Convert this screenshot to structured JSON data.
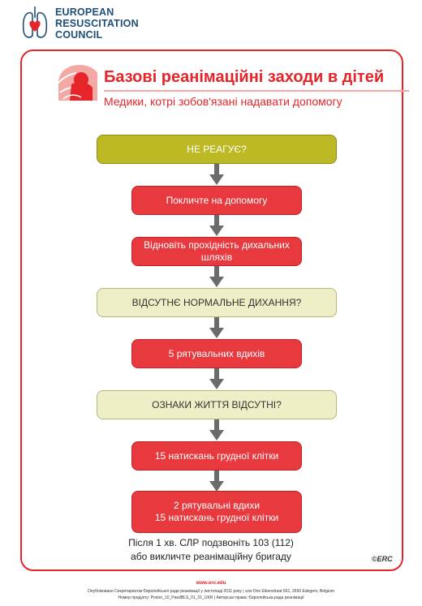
{
  "logo": {
    "line1": "EUROPEAN",
    "line2": "RESUSCITATION",
    "line3": "COUNCIL",
    "icon": "heart-lungs-icon"
  },
  "header": {
    "icon": "child-resuscitation-icon",
    "title": "Базові реанімаційні заходи в дітей",
    "subtitle": "Медики, котрі зобов'язані надавати допомогу"
  },
  "steps": {
    "s1": "НЕ РЕАГУЄ?",
    "s2": "Покличте на допомогу",
    "s3": "Відновіть прохідність дихальних шляхів",
    "s4": "ВІДСУТНЄ НОРМАЛЬНЕ ДИХАННЯ?",
    "s5": "5 рятувальних вдихів",
    "s6": "ОЗНАКИ ЖИТТЯ ВІДСУТНІ?",
    "s7": "15 натискань грудної клітки",
    "s8_line1": "2 рятувальні вдихи",
    "s8_line2": "15 натискань грудної клітки"
  },
  "footer": {
    "line1": "Після 1 хв. СЛР подзвоніть 103 (112)",
    "line2": "або викличте реанімаційну бригаду",
    "mark": "©ERC",
    "url": "www.erc.edu",
    "small1": "Опубліковано Секретаріатом Європейської ради реанімації у листопаді 2011 року | vzw Drie Eikenstraat 661, 2650 Edegem, Belgium",
    "small2": "Номер продукту: Poster_10_PaedBLS_01_01_UKR | Авторські права: Європейська рада реанімації"
  },
  "colors": {
    "accent_red": "#e5252a",
    "olive": "#bdb924",
    "beige": "#eeeec7",
    "arrow_gray": "#6b6b6b",
    "logo_blue": "#1f4e79"
  }
}
